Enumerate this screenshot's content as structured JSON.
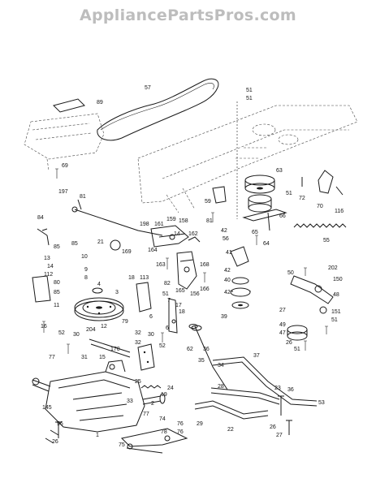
{
  "watermark": "AppliancePartsPros.com",
  "callouts": [
    {
      "id": "c57",
      "text": "57"
    },
    {
      "id": "c89",
      "text": "89"
    },
    {
      "id": "c51a",
      "text": "51"
    },
    {
      "id": "c51b",
      "text": "51"
    },
    {
      "id": "c69",
      "text": "69"
    },
    {
      "id": "c197",
      "text": "197"
    },
    {
      "id": "c81a",
      "text": "81"
    },
    {
      "id": "c63",
      "text": "63"
    },
    {
      "id": "c51c",
      "text": "51"
    },
    {
      "id": "c72",
      "text": "72"
    },
    {
      "id": "c70",
      "text": "70"
    },
    {
      "id": "c116",
      "text": "116"
    },
    {
      "id": "c59",
      "text": "59"
    },
    {
      "id": "c81b",
      "text": "81"
    },
    {
      "id": "c66",
      "text": "66"
    },
    {
      "id": "c84",
      "text": "84"
    },
    {
      "id": "c198",
      "text": "198"
    },
    {
      "id": "c161",
      "text": "161"
    },
    {
      "id": "c159",
      "text": "159"
    },
    {
      "id": "c158",
      "text": "158"
    },
    {
      "id": "c14a",
      "text": "14"
    },
    {
      "id": "c162",
      "text": "162"
    },
    {
      "id": "c42a",
      "text": "42"
    },
    {
      "id": "c56",
      "text": "56"
    },
    {
      "id": "c85a",
      "text": "85"
    },
    {
      "id": "c21",
      "text": "21"
    },
    {
      "id": "c169",
      "text": "169"
    },
    {
      "id": "c65",
      "text": "65"
    },
    {
      "id": "c64",
      "text": "64"
    },
    {
      "id": "c55",
      "text": "55"
    },
    {
      "id": "c85b",
      "text": "85"
    },
    {
      "id": "c13",
      "text": "13"
    },
    {
      "id": "c14b",
      "text": "14"
    },
    {
      "id": "c10",
      "text": "10"
    },
    {
      "id": "c164",
      "text": "164"
    },
    {
      "id": "c163",
      "text": "163"
    },
    {
      "id": "c41",
      "text": "41"
    },
    {
      "id": "c168",
      "text": "168"
    },
    {
      "id": "c112",
      "text": "112"
    },
    {
      "id": "c9",
      "text": "9"
    },
    {
      "id": "c8",
      "text": "8"
    },
    {
      "id": "c18a",
      "text": "18"
    },
    {
      "id": "c113",
      "text": "113"
    },
    {
      "id": "c82",
      "text": "82"
    },
    {
      "id": "c165",
      "text": "165"
    },
    {
      "id": "c156",
      "text": "156"
    },
    {
      "id": "c166",
      "text": "166"
    },
    {
      "id": "c42b",
      "text": "42"
    },
    {
      "id": "c50",
      "text": "50"
    },
    {
      "id": "c202",
      "text": "202"
    },
    {
      "id": "c80",
      "text": "80"
    },
    {
      "id": "c4",
      "text": "4"
    },
    {
      "id": "c40",
      "text": "40"
    },
    {
      "id": "c150",
      "text": "150"
    },
    {
      "id": "c85c",
      "text": "85"
    },
    {
      "id": "c3",
      "text": "3"
    },
    {
      "id": "c51d",
      "text": "51"
    },
    {
      "id": "c42c",
      "text": "42"
    },
    {
      "id": "c48",
      "text": "48"
    },
    {
      "id": "c11",
      "text": "11"
    },
    {
      "id": "c7",
      "text": "7"
    },
    {
      "id": "c17",
      "text": "17"
    },
    {
      "id": "c18b",
      "text": "18"
    },
    {
      "id": "c27a",
      "text": "27"
    },
    {
      "id": "c6a",
      "text": "6"
    },
    {
      "id": "c39",
      "text": "39"
    },
    {
      "id": "c151",
      "text": "151"
    },
    {
      "id": "c79",
      "text": "79"
    },
    {
      "id": "c16",
      "text": "16"
    },
    {
      "id": "c204",
      "text": "204"
    },
    {
      "id": "c12",
      "text": "12"
    },
    {
      "id": "c6b",
      "text": "6"
    },
    {
      "id": "c51e",
      "text": "51"
    },
    {
      "id": "c49",
      "text": "49"
    },
    {
      "id": "c52a",
      "text": "52"
    },
    {
      "id": "c30a",
      "text": "30"
    },
    {
      "id": "c32a",
      "text": "32"
    },
    {
      "id": "c30b",
      "text": "30"
    },
    {
      "id": "c32b",
      "text": "32"
    },
    {
      "id": "c52b",
      "text": "52"
    },
    {
      "id": "c47",
      "text": "47"
    },
    {
      "id": "c26a",
      "text": "26"
    },
    {
      "id": "c51f",
      "text": "51"
    },
    {
      "id": "c170",
      "text": "170"
    },
    {
      "id": "c62",
      "text": "62"
    },
    {
      "id": "c36a",
      "text": "36"
    },
    {
      "id": "c35",
      "text": "35"
    },
    {
      "id": "c34",
      "text": "34"
    },
    {
      "id": "c37",
      "text": "37"
    },
    {
      "id": "c77",
      "text": "77"
    },
    {
      "id": "c31",
      "text": "31"
    },
    {
      "id": "c15",
      "text": "15"
    },
    {
      "id": "c25",
      "text": "25"
    },
    {
      "id": "c24",
      "text": "24"
    },
    {
      "id": "c19",
      "text": "19"
    },
    {
      "id": "c28",
      "text": "28"
    },
    {
      "id": "c23",
      "text": "23"
    },
    {
      "id": "c36b",
      "text": "36"
    },
    {
      "id": "c53",
      "text": "53"
    },
    {
      "id": "c33",
      "text": "33"
    },
    {
      "id": "c2",
      "text": "2"
    },
    {
      "id": "c145",
      "text": "145"
    },
    {
      "id": "c77b",
      "text": "77"
    },
    {
      "id": "c74",
      "text": "74"
    },
    {
      "id": "c29",
      "text": "29"
    },
    {
      "id": "c22",
      "text": "22"
    },
    {
      "id": "c26b",
      "text": "26"
    },
    {
      "id": "c27b",
      "text": "27"
    },
    {
      "id": "c96",
      "text": "96"
    },
    {
      "id": "c1",
      "text": "1"
    },
    {
      "id": "c76a",
      "text": "76"
    },
    {
      "id": "c78",
      "text": "78"
    },
    {
      "id": "c26c",
      "text": "26"
    },
    {
      "id": "c75",
      "text": "75"
    },
    {
      "id": "c76b",
      "text": "76"
    }
  ]
}
